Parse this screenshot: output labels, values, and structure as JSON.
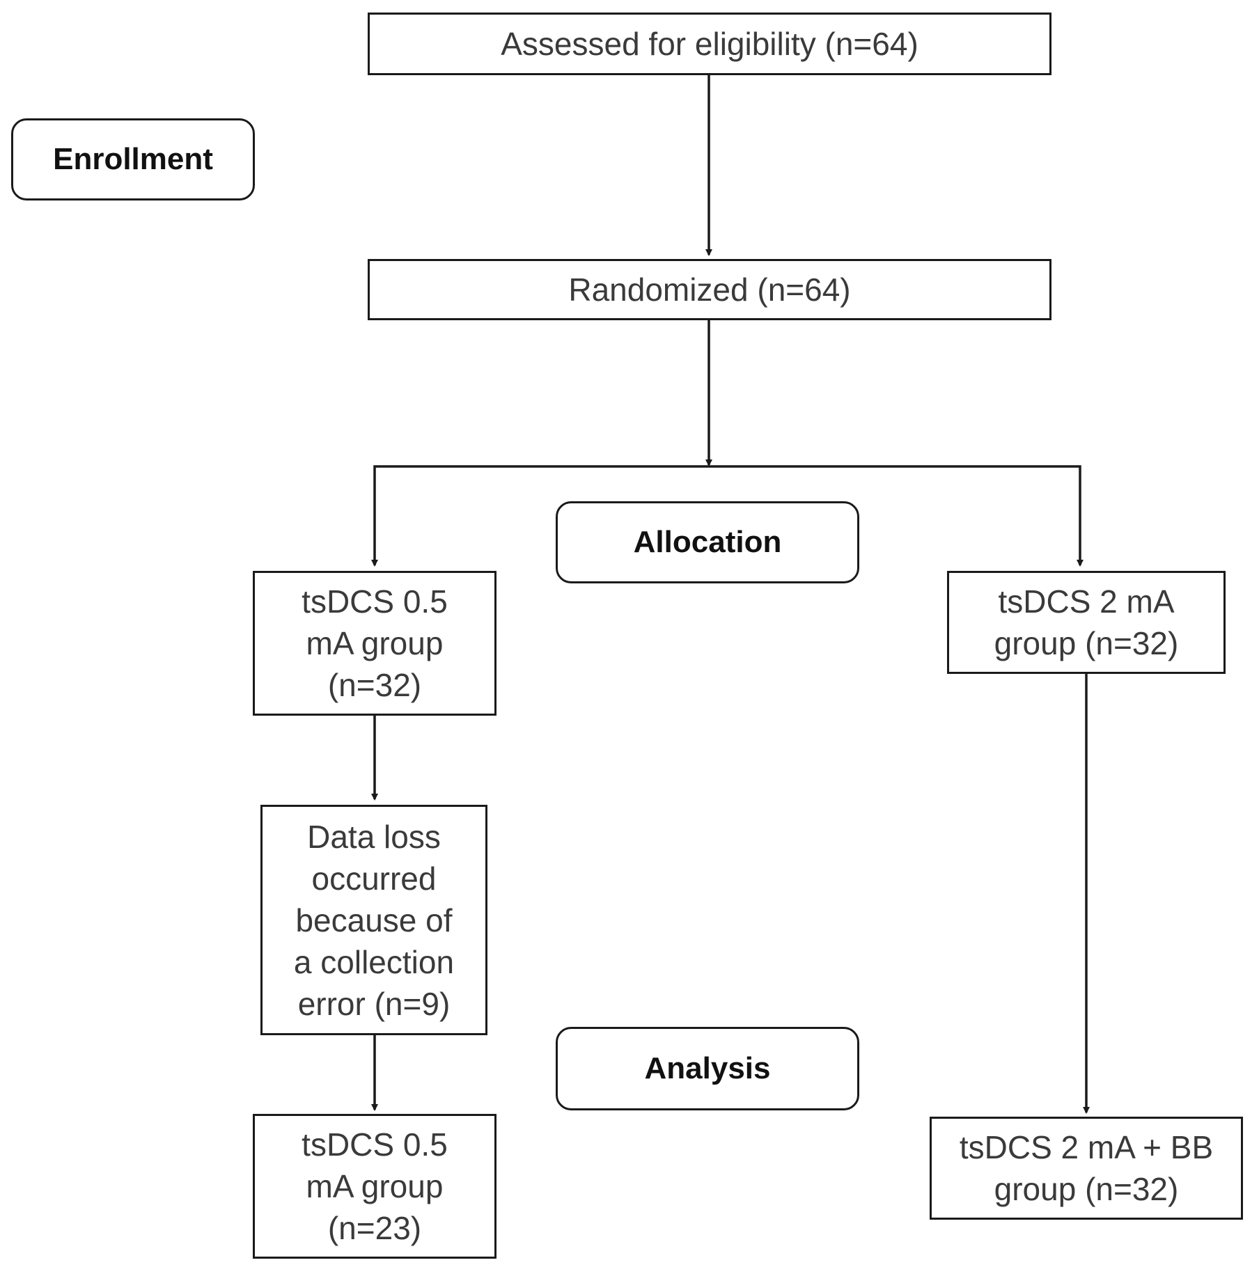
{
  "stages": {
    "enrollment": "Enrollment",
    "allocation": "Allocation",
    "analysis": "Analysis"
  },
  "boxes": {
    "assessed": "Assessed for eligibility (n=64)",
    "randomized": "Randomized (n=64)",
    "group_low_alloc": "tsDCS 0.5\nmA group\n(n=32)",
    "group_high_alloc": "tsDCS 2 mA\ngroup (n=32)",
    "data_loss": "Data loss\noccurred\nbecause of\na collection\nerror (n=9)",
    "group_low_analysis": "tsDCS 0.5\nmA group\n(n=23)",
    "group_high_analysis": "tsDCS 2 mA + BB\ngroup (n=32)"
  },
  "colors": {
    "line": "#1a1a1a",
    "text": "#3a3a3a",
    "stage_text": "#111111"
  }
}
